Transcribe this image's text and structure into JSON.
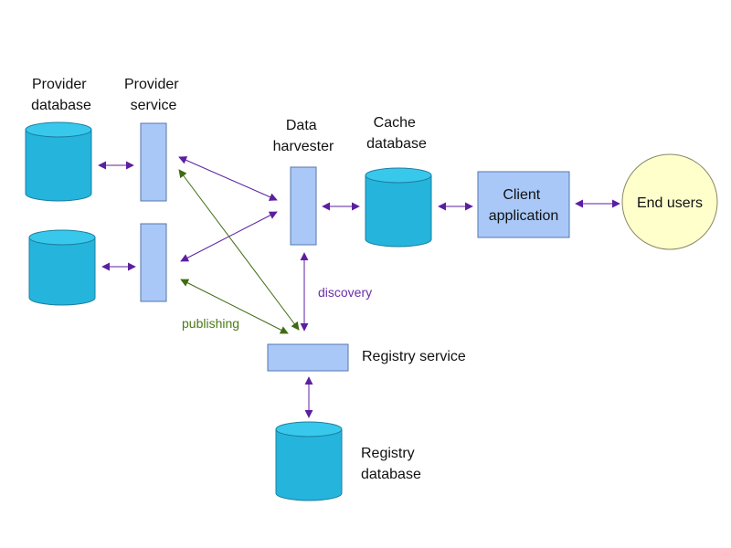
{
  "labels": {
    "provider_database": [
      "Provider",
      "database"
    ],
    "provider_service": [
      "Provider",
      "service"
    ],
    "data_harvester": [
      "Data",
      "harvester"
    ],
    "cache_database": [
      "Cache",
      "database"
    ],
    "client_application": [
      "Client",
      "application"
    ],
    "end_users": "End users",
    "registry_service": "Registry service",
    "registry_database": [
      "Registry",
      "database"
    ]
  },
  "edge_labels": {
    "discovery": "discovery",
    "publishing": "publishing"
  },
  "colors": {
    "cylinder_fill": "#25b4dc",
    "cylinder_top": "#38c8ec",
    "box_fill": "#a9c8f8",
    "box_stroke": "#5577aa",
    "end_users_fill": "#ffffcc",
    "purple_arrow": "#5c1fa0",
    "green_arrow": "#3f6b12",
    "discovery_text": "#6a2ea8",
    "publishing_text": "#4c7a16"
  }
}
